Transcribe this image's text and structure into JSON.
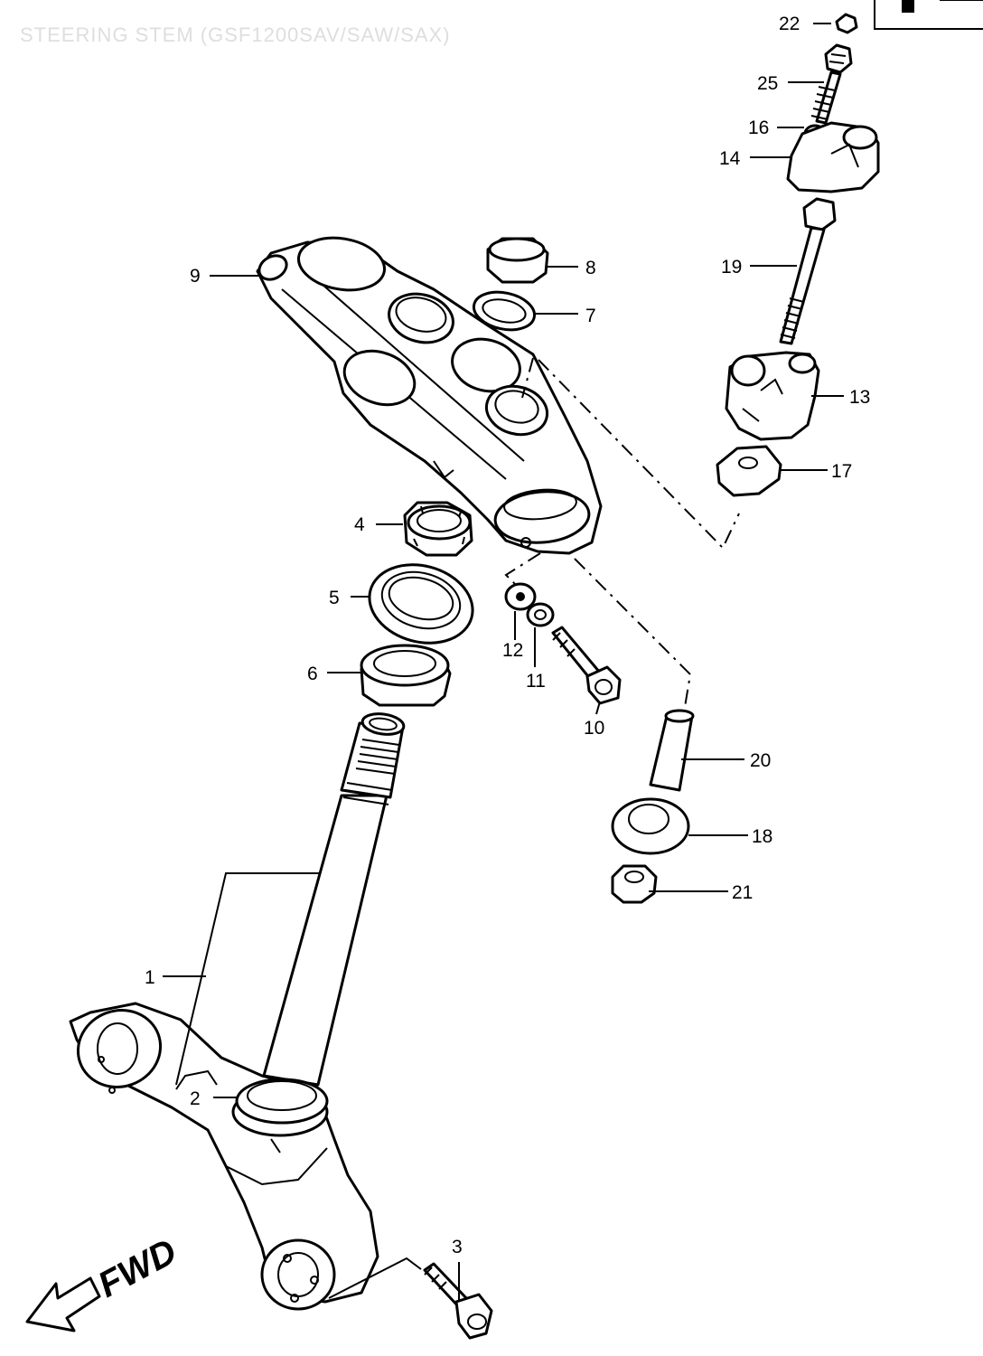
{
  "title": "STEERING STEM (GSF1200SAV/SAW/SAX)",
  "direction_label": "FWD",
  "parts": [
    {
      "id": "1",
      "name": "steering-stem"
    },
    {
      "id": "2",
      "name": "bearing-lower"
    },
    {
      "id": "3",
      "name": "clamp-bolt-lower"
    },
    {
      "id": "4",
      "name": "stem-nut"
    },
    {
      "id": "5",
      "name": "dust-seal"
    },
    {
      "id": "6",
      "name": "bearing-upper"
    },
    {
      "id": "7",
      "name": "washer"
    },
    {
      "id": "8",
      "name": "stem-head-nut"
    },
    {
      "id": "9",
      "name": "upper-bracket"
    },
    {
      "id": "10",
      "name": "clamp-bolt-upper"
    },
    {
      "id": "11",
      "name": "lock-washer"
    },
    {
      "id": "12",
      "name": "flat-washer"
    },
    {
      "id": "13",
      "name": "handlebar-holder-lower"
    },
    {
      "id": "14",
      "name": "handlebar-holder-upper"
    },
    {
      "id": "16",
      "name": "washer-small"
    },
    {
      "id": "17",
      "name": "cushion-upper"
    },
    {
      "id": "18",
      "name": "cushion-lower"
    },
    {
      "id": "19",
      "name": "holder-bolt"
    },
    {
      "id": "20",
      "name": "spacer"
    },
    {
      "id": "21",
      "name": "nut"
    },
    {
      "id": "22",
      "name": "cap"
    },
    {
      "id": "25",
      "name": "holder-screw"
    }
  ]
}
